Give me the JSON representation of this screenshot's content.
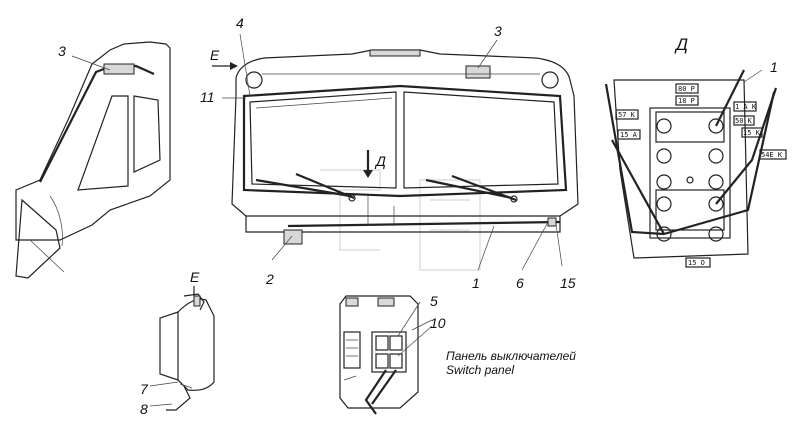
{
  "callouts": {
    "c3_left": "3",
    "c3_top": "3",
    "c4": "4",
    "c11": "11",
    "c2": "2",
    "c1_bottom": "1",
    "c6": "6",
    "c15": "15",
    "c5": "5",
    "c10": "10",
    "c7": "7",
    "c8": "8",
    "c1_panel": "1"
  },
  "view_labels": {
    "e_arrow": "E",
    "e_detail": "E",
    "d_arrow": "Д",
    "d_detail": "Д"
  },
  "switch_panel": {
    "label_ru": "Панель выключателей",
    "label_en": "Switch panel"
  },
  "relay_tags": {
    "t80p": "80 P",
    "t18p": "18 P",
    "t57k": "57 K",
    "t15a": "15 A",
    "t1ak": "1 A K",
    "t50k": "50 K",
    "t15k": "15 K",
    "t54ek": "54E K",
    "t15o": "15 O"
  }
}
